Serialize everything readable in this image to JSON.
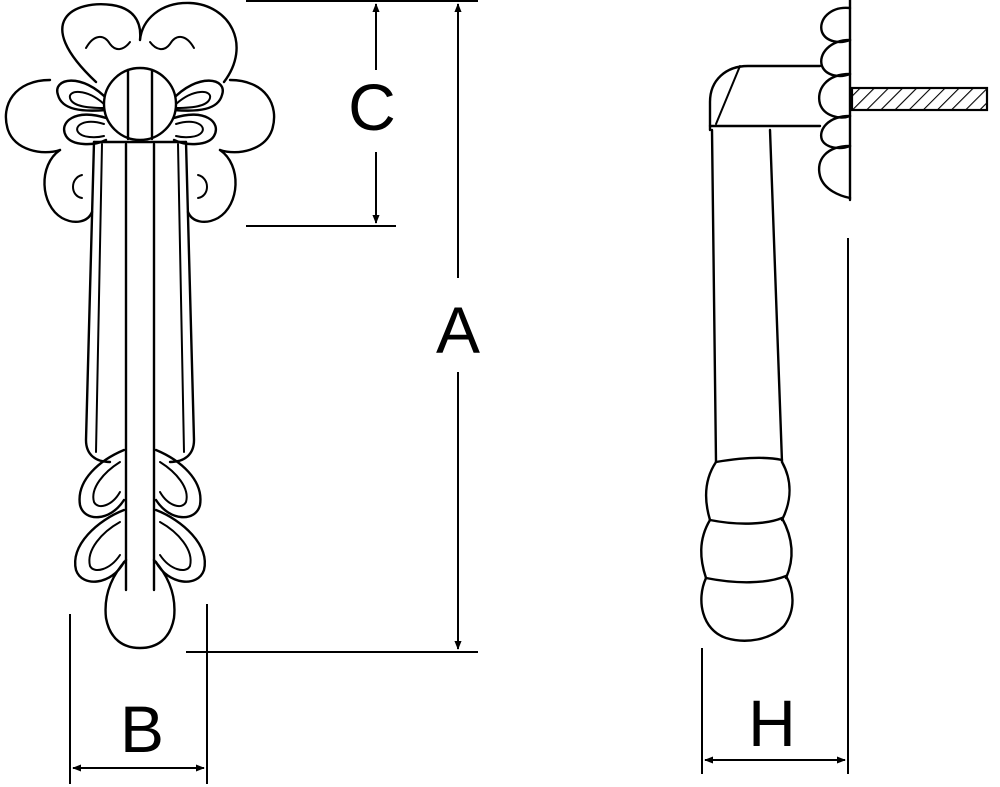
{
  "drawing": {
    "dimension_labels": {
      "height": "A",
      "width": "B",
      "mount_offset": "C",
      "projection": "H"
    },
    "colors": {
      "line": "#000000",
      "background": "#ffffff"
    }
  }
}
